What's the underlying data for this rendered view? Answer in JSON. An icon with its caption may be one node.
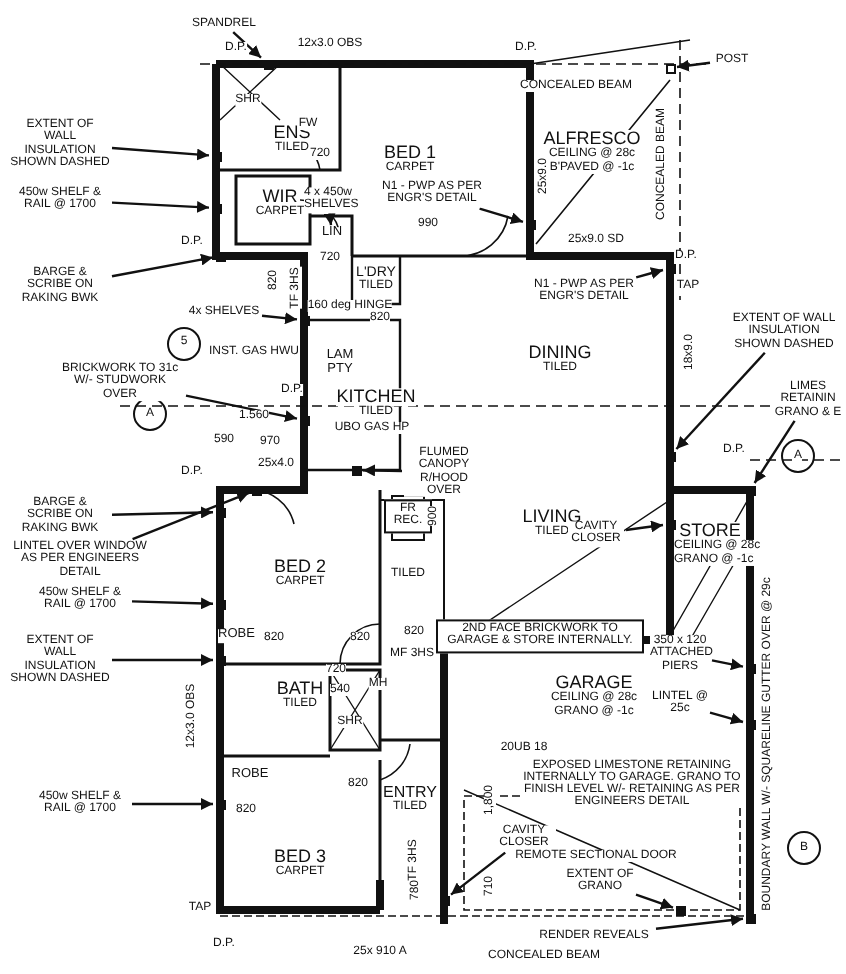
{
  "diagram": {
    "nodes": [
      {
        "text": [
          "BED 1",
          "CARPET"
        ]
      },
      {
        "text": [
          "ENS",
          "TILED"
        ]
      },
      {
        "text": [
          "WIR",
          "CARPET"
        ]
      },
      {
        "text": [
          "LIN"
        ]
      },
      {
        "text": [
          "L'DRY",
          "TILED"
        ]
      },
      {
        "text": [
          "ALFRESCO",
          "CEILING @ 28c",
          "B'PAVED @ -1c"
        ]
      },
      {
        "text": [
          "LAM PTY"
        ]
      },
      {
        "text": [
          "KITCHEN",
          "TILED"
        ]
      },
      {
        "text": [
          "DINING",
          "TILED"
        ]
      },
      {
        "text": [
          "FR REC."
        ]
      },
      {
        "text": [
          "LIVING",
          "TILED"
        ]
      },
      {
        "text": [
          "STORE",
          "CEILING @ 28c",
          "GRANO @ -1c"
        ]
      },
      {
        "text": [
          "BED 2",
          "CARPET"
        ]
      },
      {
        "text": [
          "ROBE"
        ]
      },
      {
        "text": [
          "2ND FACE BRICKWORK TO GARAGE & STORE INTERNALLY."
        ]
      },
      {
        "text": [
          "BATH",
          "TILED"
        ]
      },
      {
        "text": [
          "ROBE"
        ]
      },
      {
        "text": [
          "ENTRY",
          "TILED"
        ]
      },
      {
        "text": [
          "GARAGE",
          "CEILING @ 28c",
          "GRANO @ -1c"
        ]
      },
      {
        "text": [
          "BED 3",
          "CARPET"
        ]
      },
      {
        "text": [
          "SPANDREL"
        ]
      },
      {
        "text": [
          "EXTENT OF WALL INSULATION SHOWN DASHED"
        ]
      },
      {
        "text": [
          "450w SHELF & RAIL @ 1700"
        ]
      },
      {
        "text": [
          "BARGE & SCRIBE ON RAKING BWK"
        ]
      },
      {
        "text": [
          "4x SHELVES"
        ]
      },
      {
        "text": [
          "4 x 450w SHELVES"
        ]
      },
      {
        "text": [
          "N1 - PWP AS PER ENGR'S DETAIL"
        ]
      },
      {
        "text": [
          "POST"
        ]
      },
      {
        "text": [
          "N1 - PWP AS PER ENGR'S DETAIL"
        ]
      },
      {
        "text": [
          "EXTENT OF WALL INSULATION SHOWN DASHED"
        ]
      },
      {
        "text": [
          "LIMES RETAININ GRANO & E"
        ]
      },
      {
        "text": [
          "BRICKWORK TO 31c W/- STUDWORK OVER"
        ]
      },
      {
        "text": [
          "FLUMED CANOPY R/HOOD OVER"
        ]
      },
      {
        "text": [
          "BARGE & SCRIBE ON RAKING BWK"
        ]
      },
      {
        "text": [
          "LINTEL OVER WINDOW AS PER ENGINEERS DETAIL"
        ]
      },
      {
        "text": [
          "450w SHELF & RAIL @ 1700"
        ]
      },
      {
        "text": [
          "CAVITY CLOSER"
        ]
      },
      {
        "text": [
          "350 x 120 ATTACHED PIERS"
        ]
      },
      {
        "text": [
          "EXTENT OF WALL INSULATION SHOWN DASHED"
        ]
      },
      {
        "text": [
          "LINTEL @ 25c"
        ]
      },
      {
        "text": [
          "450w SHELF & RAIL @ 1700"
        ]
      },
      {
        "text": [
          "CAVITY CLOSER"
        ]
      },
      {
        "text": [
          "EXTENT OF GRANO"
        ]
      },
      {
        "text": [
          "RENDER REVEALS"
        ]
      },
      {
        "text": [],
        "shape": "bar"
      },
      {
        "text": [],
        "shape": "bar"
      },
      {
        "text": [],
        "shape": "bar"
      },
      {
        "text": [],
        "shape": "bar"
      },
      {
        "text": [],
        "shape": "bar"
      },
      {
        "text": [],
        "shape": "bar"
      },
      {
        "text": [],
        "shape": "box"
      },
      {
        "text": [],
        "shape": "bar"
      },
      {
        "text": [],
        "shape": "bar"
      },
      {
        "text": [],
        "shape": "bar"
      },
      {
        "text": [],
        "shape": "bar"
      },
      {
        "text": [],
        "shape": "bar"
      },
      {
        "text": [],
        "shape": "bar"
      },
      {
        "text": [],
        "shape": "bar"
      },
      {
        "text": [],
        "shape": "bar"
      },
      {
        "text": [],
        "shape": "bar"
      },
      {
        "text": [],
        "shape": "bar"
      },
      {
        "text": [],
        "shape": "bar"
      },
      {
        "text": [],
        "shape": "bar"
      },
      {
        "text": [],
        "shape": "bar"
      },
      {
        "text": [],
        "shape": "bar"
      },
      {
        "text": [],
        "shape": "bar"
      },
      {
        "text": [],
        "shape": "bar"
      }
    ],
    "edges": [
      {
        "from": 20,
        "to": 44,
        "arrow": "to"
      },
      {
        "from": 21,
        "to": 45,
        "arrow": "to"
      },
      {
        "from": 22,
        "to": 46,
        "arrow": "to"
      },
      {
        "from": 23,
        "to": 47,
        "arrow": "to"
      },
      {
        "from": 24,
        "to": 48,
        "arrow": "to"
      },
      {
        "from": 25,
        "to": 3,
        "arrow": "to"
      },
      {
        "from": 26,
        "to": 49,
        "arrow": "to"
      },
      {
        "from": 27,
        "to": 50,
        "arrow": "to"
      },
      {
        "from": 28,
        "to": 51,
        "arrow": "to"
      },
      {
        "from": 29,
        "to": 52,
        "arrow": "to"
      },
      {
        "from": 30,
        "to": 53,
        "arrow": "to"
      },
      {
        "from": 31,
        "to": 54,
        "arrow": "to"
      },
      {
        "from": 32,
        "to": 55,
        "arrow": "to"
      },
      {
        "from": 33,
        "to": 56,
        "arrow": "to"
      },
      {
        "from": 34,
        "to": 57,
        "arrow": "to"
      },
      {
        "from": 35,
        "to": 58,
        "arrow": "to"
      },
      {
        "from": 36,
        "to": 59,
        "arrow": "to"
      },
      {
        "from": 37,
        "to": 60,
        "arrow": "to"
      },
      {
        "from": 38,
        "to": 61,
        "arrow": "to"
      },
      {
        "from": 39,
        "to": 62,
        "arrow": "to"
      },
      {
        "from": 40,
        "to": 63,
        "arrow": "to"
      },
      {
        "from": 41,
        "to": 64,
        "arrow": "to"
      },
      {
        "from": 42,
        "to": 65,
        "arrow": "to"
      },
      {
        "from": 43,
        "to": 66,
        "arrow": "to"
      }
    ],
    "labels": [
      "12x3.0 OBS",
      "D.P.",
      "D.P.",
      "CONCEALED BEAM",
      "SHR",
      "FW",
      "720",
      "CONCEALED BEAM",
      "25x9.0",
      "990",
      "D.P.",
      "720",
      "820",
      "TF 3HS",
      "160 deg HINGE",
      "820",
      "25x9.0 SD",
      "D.P.",
      "TAP",
      "5",
      "INST. GAS HWU",
      "D.P.",
      "18x9.0",
      "1.560",
      "590",
      "970",
      "UBO GAS HP",
      "A",
      "25x4.0",
      "D.P.",
      "A",
      "D.P.",
      "900",
      "TILED",
      "820",
      "820",
      "820",
      "MF 3HS",
      "720",
      "540",
      "MH",
      "SHR",
      "12x3.0 OBS",
      "BOUNDARY WALL W/- SQUARELINE GUTTER OVER @ 29c",
      "20UB 18",
      "EXPOSED LIMESTONE RETAINING INTERNALLY TO GARAGE. GRANO TO FINISH LEVEL W/- RETAINING AS PER ENGINEERS DETAIL",
      "820",
      "820",
      "1,800",
      "REMOTE SECTIONAL DOOR",
      "B",
      "TF 3HS",
      "710",
      "780",
      "TAP",
      "D.P.",
      "25x 910 A",
      "CONCEALED BEAM"
    ]
  }
}
